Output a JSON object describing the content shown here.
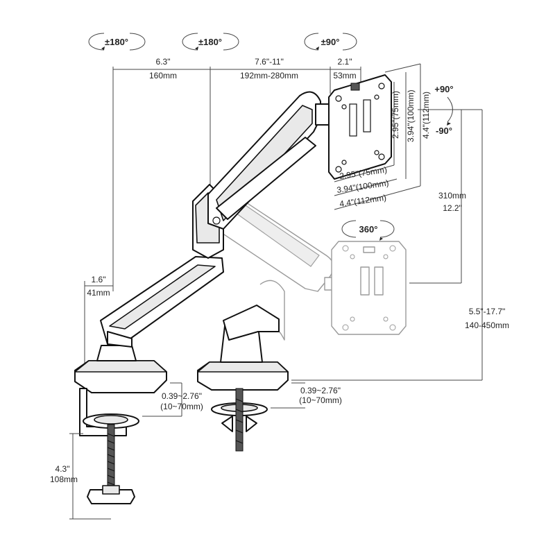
{
  "rotation_labels": {
    "base_swivel": "±180°",
    "elbow_swivel": "±180°",
    "head_tilt": "±90°",
    "rotate_up": "+90°",
    "rotate_down": "-90°",
    "head_rotate": "360°"
  },
  "dimensions": {
    "lower_arm_in": "6.3\"",
    "lower_arm_mm": "160mm",
    "upper_arm_in": "7.6\"-11\"",
    "upper_arm_mm": "192mm-280mm",
    "head_offset_in": "2.1\"",
    "head_offset_mm": "53mm",
    "base_offset_in": "1.6\"",
    "base_offset_mm": "41mm",
    "vesa_h_75": "2.95\"(75mm)",
    "vesa_h_100": "3.94\"(100mm)",
    "vesa_h_112": "4.4\"(112mm)",
    "vesa_v_75": "2.95\"(75mm)",
    "vesa_v_100": "3.94\"(100mm)",
    "vesa_v_112": "4.4\"(112mm)",
    "height_adjust_mm": "310mm",
    "height_adjust_in": "12.2\"",
    "total_height_in": "5.5\"-17.7\"",
    "total_height_mm": "140-450mm",
    "clamp_range_left_in": "0.39~2.76\"",
    "clamp_range_left_mm": "(10~70mm)",
    "clamp_range_right_in": "0.39~2.76\"",
    "clamp_range_right_mm": "(10~70mm)",
    "clamp_depth_in": "4.3\"",
    "clamp_depth_mm": "108mm"
  },
  "colors": {
    "line": "#111111",
    "ghost_line": "#9a9a9a",
    "dimension_line": "#444444"
  },
  "icons": {
    "rotation_arrow": "rotation-arrow-icon",
    "tilt_arrow": "tilt-arrow-icon"
  }
}
